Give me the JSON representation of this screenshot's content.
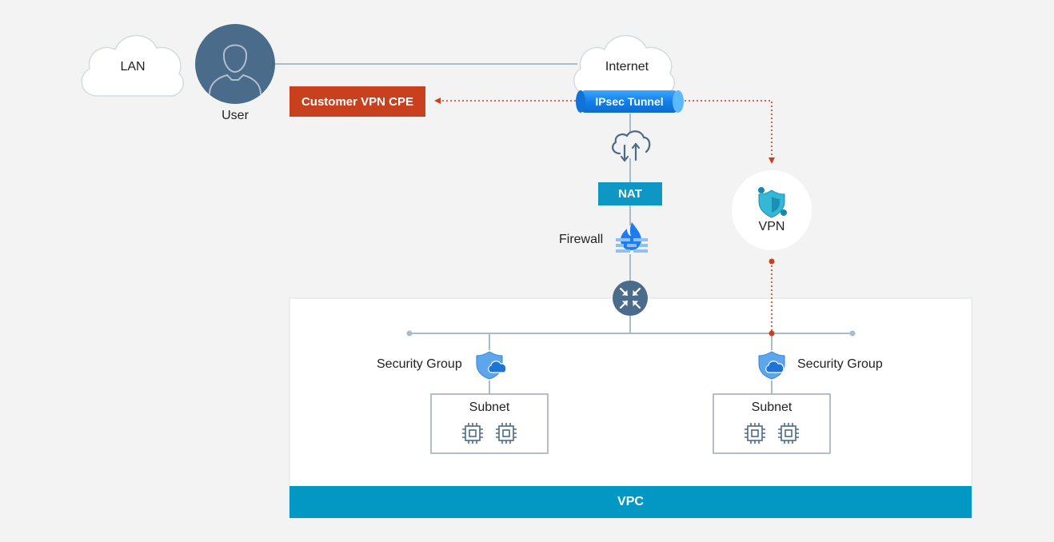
{
  "diagram": {
    "lan_label": "LAN",
    "user_label": "User",
    "internet_label": "Internet",
    "ipsec_label": "IPsec Tunnel",
    "customer_cpe_label": "Customer VPN CPE",
    "nat_label": "NAT",
    "firewall_label": "Firewall",
    "vpn_label": "VPN",
    "security_group_left_label": "Security Group",
    "security_group_right_label": "Security Group",
    "subnet_left_label": "Subnet",
    "subnet_right_label": "Subnet",
    "vpc_label": "VPC"
  },
  "colors": {
    "background": "#f3f3f4",
    "user_circle": "#4b6b8a",
    "cpe_red": "#c8401e",
    "nat_blue": "#0e97c4",
    "vpc_blue": "#0398c4",
    "tunnel_blue": "#1a8cf0",
    "line_gray": "#9fb2c2",
    "dotted_red": "#c8401e"
  },
  "icons": [
    "cloud-icon",
    "user-icon",
    "cloud-transfer-icon",
    "firewall-icon",
    "router-icon",
    "vpn-shield-icon",
    "security-group-icon",
    "chip-icon"
  ]
}
